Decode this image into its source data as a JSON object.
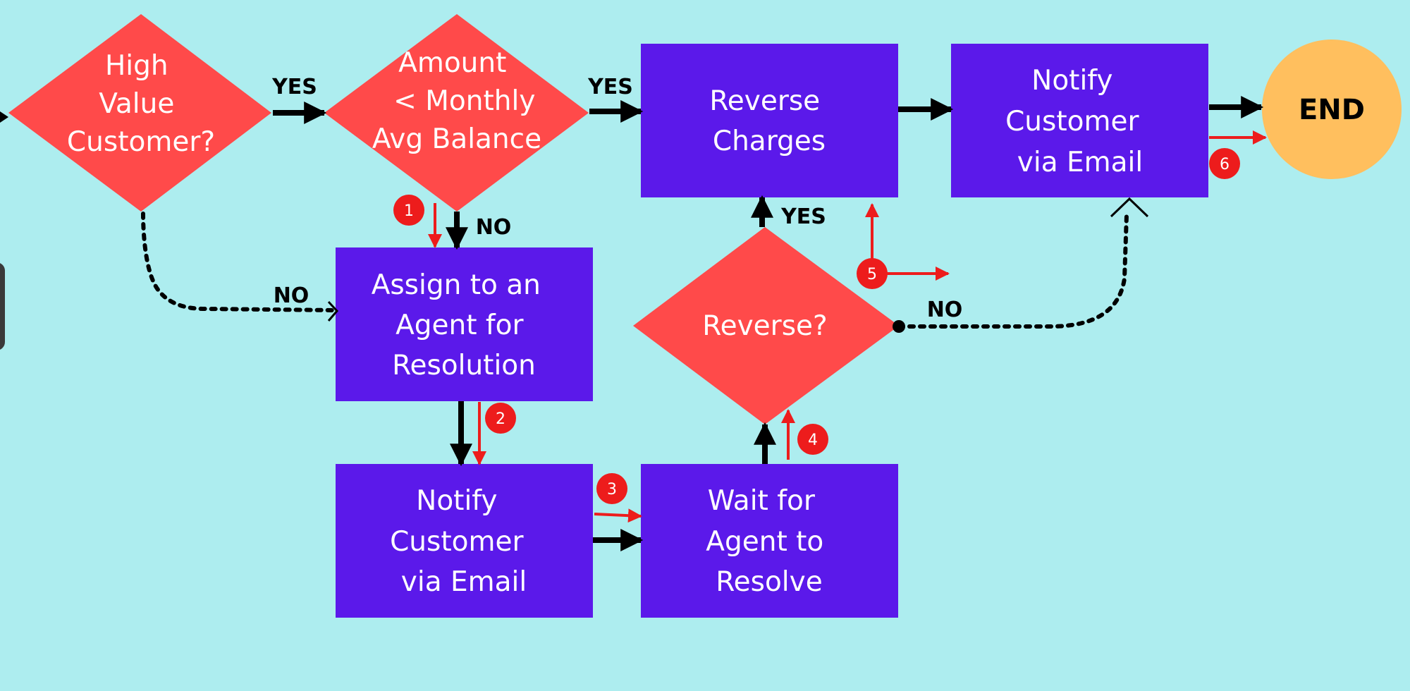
{
  "colors": {
    "background": "#ADEDEF",
    "process": "#5B19EA",
    "decision": "#FF4A4A",
    "terminal": "#FFBF5E",
    "flow_arrow": "#000000",
    "step_arrow": "#ED1C1C",
    "text_light": "#FFFFFF",
    "text_dark": "#000000"
  },
  "nodes": {
    "high_value": {
      "type": "decision",
      "lines": [
        "High",
        "Value",
        "Customer?"
      ]
    },
    "amount_check": {
      "type": "decision",
      "lines": [
        "Amount",
        "< Monthly",
        "Avg Balance"
      ]
    },
    "reverse_charges": {
      "type": "process",
      "lines": [
        "Reverse",
        "Charges"
      ]
    },
    "notify_top": {
      "type": "process",
      "lines": [
        "Notify",
        "Customer",
        "via Email"
      ]
    },
    "end": {
      "type": "terminal",
      "lines": [
        "END"
      ]
    },
    "assign_agent": {
      "type": "process",
      "lines": [
        "Assign to an",
        "Agent for",
        "Resolution"
      ]
    },
    "reverse_decision": {
      "type": "decision",
      "lines": [
        "Reverse?"
      ]
    },
    "notify_bottom": {
      "type": "process",
      "lines": [
        "Notify",
        "Customer",
        "via Email"
      ]
    },
    "wait_agent": {
      "type": "process",
      "lines": [
        "Wait for",
        "Agent to",
        "Resolve"
      ]
    }
  },
  "edge_labels": {
    "high_value_yes": "YES",
    "amount_yes": "YES",
    "amount_no": "NO",
    "high_value_no": "NO",
    "reverse_yes": "YES",
    "reverse_no": "NO"
  },
  "step_badges": [
    "1",
    "2",
    "3",
    "4",
    "5",
    "6"
  ]
}
